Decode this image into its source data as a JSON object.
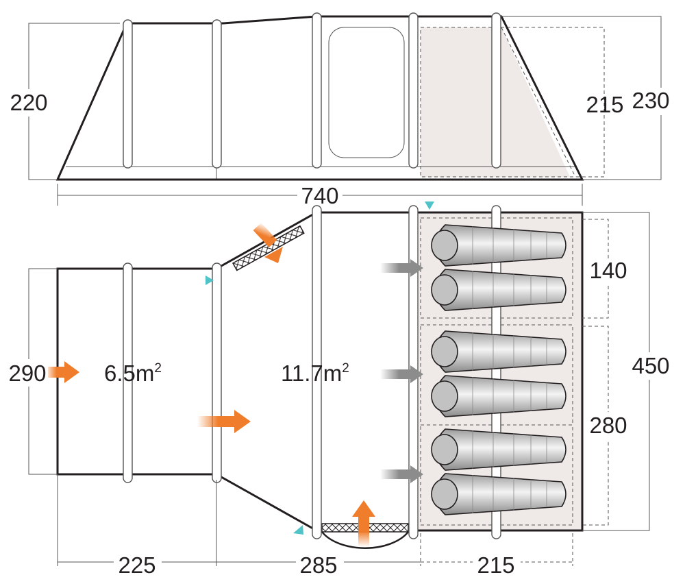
{
  "side_view": {
    "height_left": "220",
    "height_bedroom": "215",
    "height_max": "230",
    "length_total": "740"
  },
  "plan_view": {
    "porch_width": "290",
    "porch_area": "6.5m",
    "living_area": "11.7m",
    "area_exponent": "2",
    "total_width": "450",
    "bedroom_1_width": "140",
    "bedroom_2_width": "280",
    "porch_length": "225",
    "living_length": "285",
    "bedroom_length": "215"
  },
  "colors": {
    "outline": "#231f20",
    "bedroom_fill": "#efe9e8",
    "entry_arrow": "#f07d2b",
    "internal_arrow": "#8c8c8c",
    "marker": "#4fc3c8"
  }
}
